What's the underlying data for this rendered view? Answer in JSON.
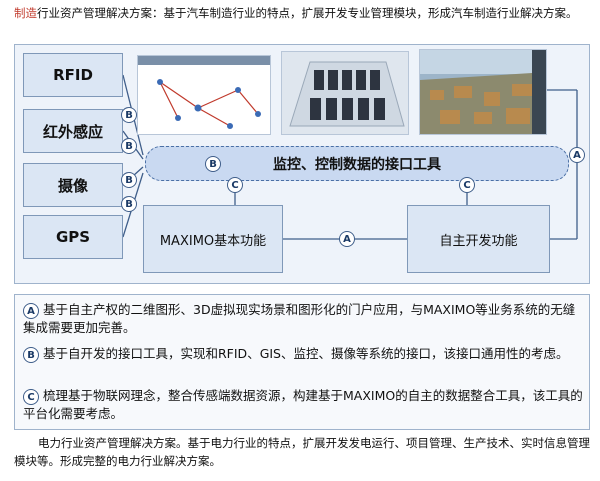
{
  "intro": {
    "highlight": "制造",
    "text": "行业资产管理解决方案：基于汽车制造行业的特点，扩展开发专业管理模块，形成汽车制造行业解决方案。"
  },
  "diagram": {
    "sources": [
      "RFID",
      "红外感应",
      "摄像",
      "GPS"
    ],
    "interface_label": "监控、控制数据的接口工具",
    "maximo_label": "MAXIMO基本功能",
    "custom_label": "自主开发功能",
    "badges": {
      "a": "A",
      "b": "B",
      "c": "C"
    }
  },
  "legend": {
    "items": [
      {
        "badge": "A",
        "text": "基于自主产权的二维图形、3D虚拟现实场景和图形化的门户应用，与MAXIMO等业务系统的无缝集成需要更加完善。"
      },
      {
        "badge": "B",
        "text": "基于自开发的接口工具，实现和RFID、GIS、监控、摄像等系统的接口，该接口通用性的考虑。"
      },
      {
        "badge": "C",
        "text": "梳理基于物联网理念，整合传感端数据资源，构建基于MAXIMO的自主的数据整合工具，该工具的平台化需要考虑。"
      }
    ]
  },
  "outro": {
    "text": "电力行业资产管理解决方案。基于电力行业的特点，扩展开发发电运行、项目管理、生产技术、实时信息管理模块等。形成完整的电力行业解决方案。"
  },
  "colors": {
    "accent": "#4a6fa5",
    "highlight": "#c0392b",
    "box_fill": "#dbe6f4"
  }
}
